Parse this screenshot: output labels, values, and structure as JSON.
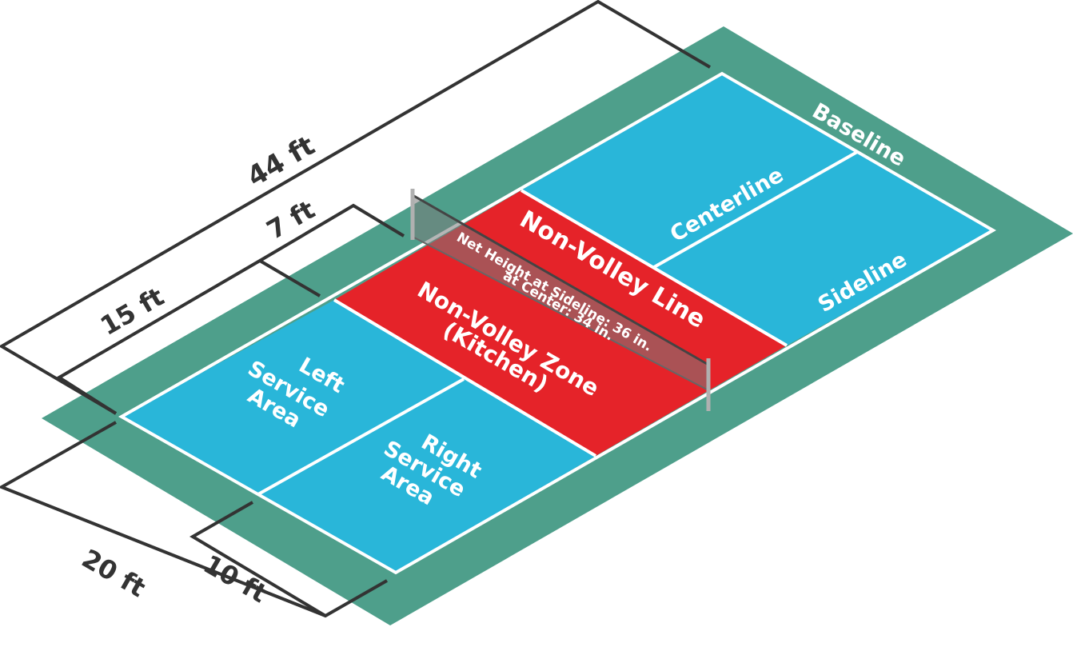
{
  "colors": {
    "surround": "#4e9f8b",
    "court": "#29b6d9",
    "kitchen": "#e52329",
    "line": "#ffffff",
    "dimension": "#333333",
    "net": "#555555"
  },
  "labels": {
    "baseline": "Baseline",
    "centerline": "Centerline",
    "sideline": "Sideline",
    "non_volley_line": "Non-Volley Line",
    "non_volley_zone_line1": "Non-Volley Zone",
    "non_volley_zone_line2": "(Kitchen)",
    "left_service_line1": "Left",
    "left_service_line2": "Service",
    "left_service_line3": "Area",
    "right_service_line1": "Right",
    "right_service_line2": "Service",
    "right_service_line3": "Area"
  },
  "net": {
    "height_line1": "Net Height at Sideline: 36 in.",
    "height_line2": "at Center: 34 in."
  },
  "dimensions": {
    "length": "44 ft",
    "kitchen_depth": "7 ft",
    "service_depth": "15 ft",
    "width": "20 ft",
    "service_width": "10 ft"
  }
}
